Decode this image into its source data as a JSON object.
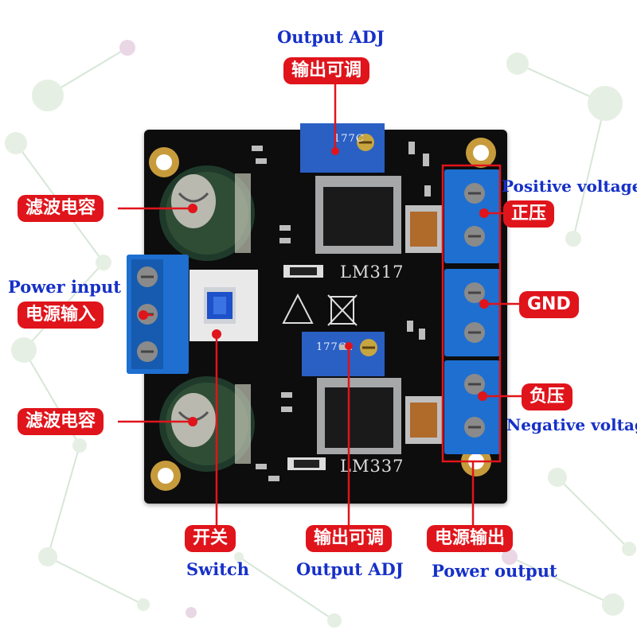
{
  "labels": {
    "top_adj_en": "Output ADJ",
    "top_adj_cn": "输出可调",
    "filter_cap_top_cn": "滤波电容",
    "power_input_en": "Power input",
    "power_input_cn": "电源输入",
    "filter_cap_bottom_cn": "滤波电容",
    "positive_voltage_en": "Positive voltage",
    "positive_voltage_cn": "正压",
    "gnd": "GND",
    "negative_voltage_cn": "负压",
    "negative_voltage_en": "Negative voltage",
    "switch_cn": "开关",
    "switch_en": "Switch",
    "bottom_adj_cn": "输出可调",
    "bottom_adj_en": "Output ADJ",
    "power_output_cn": "电源输出",
    "power_output_en": "Power output"
  },
  "silkscreen": {
    "lm317": "LM317",
    "lm337": "LM337",
    "pot_top": "177C",
    "pot_bottom": "177C"
  },
  "colors": {
    "label_red": "#e0141b",
    "label_blue": "#1630c8",
    "board": "#0d0d0d",
    "terminal_blue": "#1e6fd0",
    "pot_blue": "#2a5fc4"
  }
}
